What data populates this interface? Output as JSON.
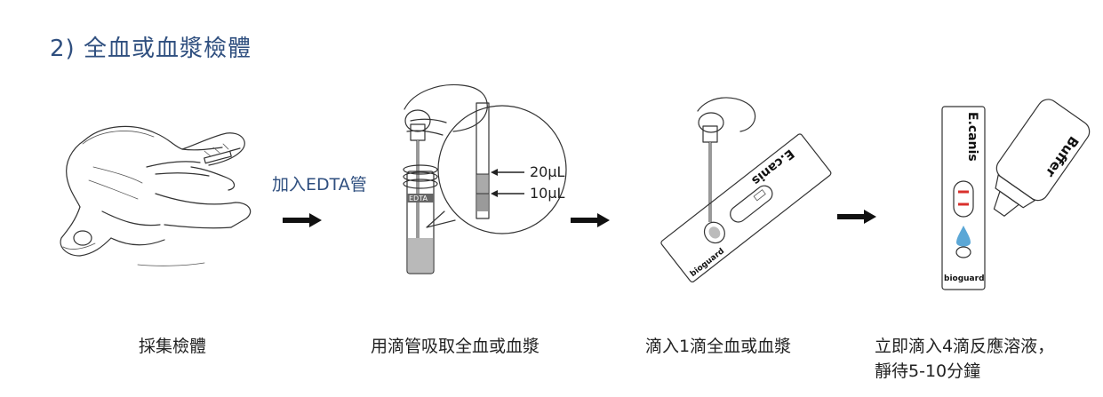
{
  "title": "2) 全血或血漿檢體",
  "steps": [
    {
      "caption": "採集檢體"
    },
    {
      "caption": "用滴管吸取全血或血漿"
    },
    {
      "caption": "滴入1滴全血或血漿"
    },
    {
      "caption_line1": "立即滴入4滴反應溶液，",
      "caption_line2": "靜待5-10分鐘"
    }
  ],
  "add_label": "加入EDTA管",
  "tube": {
    "label": "EDTA",
    "volume_high": "20µL",
    "volume_low": "10µL"
  },
  "cassette": {
    "test_name": "E.canis",
    "brand": "bioguard"
  },
  "buffer_label": "Buffer",
  "colors": {
    "title": "#2f4f7f",
    "arrow": "#111111",
    "control_line": "#d9302c",
    "drop": "#5ba7d6"
  },
  "icons": [
    "dog-blood-draw-illustration",
    "dropper-in-tube-illustration",
    "test-cassette-illustration",
    "buffer-bottle-illustration",
    "right-arrow-icon"
  ]
}
